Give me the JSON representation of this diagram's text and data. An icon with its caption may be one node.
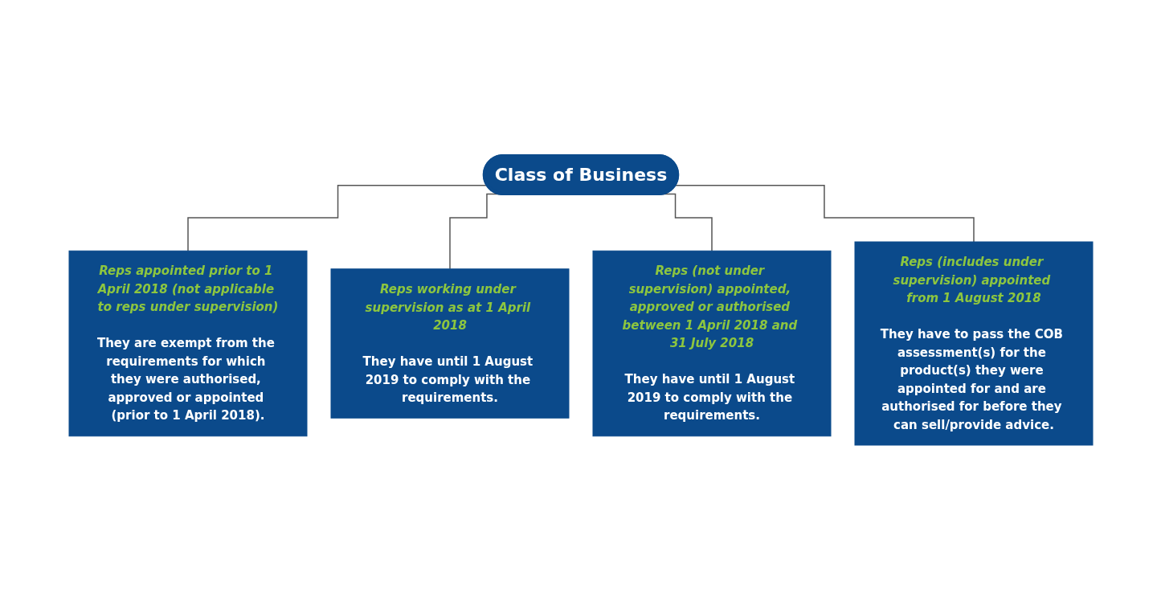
{
  "diagram": {
    "nodes": [
      {
        "text": [
          "Class of Business"
        ]
      },
      {
        "text": [
          "Reps appointed prior to 1 April 2018 (not applicable to reps under supervision)",
          "They are exempt from the requirements for which they were authorised, approved or appointed **(prior to 1 April 2018)**."
        ]
      },
      {
        "text": [
          "Reps working under supervision as at 1 April 2018",
          "They have until **1 August 2019** to comply with the requirements."
        ]
      },
      {
        "text": [
          "Reps (not under supervision) appointed, approved or authorised between 1 April 2018 and 31 July 2018",
          "They have until **1 August 2019** to comply with the requirements."
        ]
      },
      {
        "text": [
          "Reps (includes under supervision) appointed from 1 August 2018",
          "They **have to pass** the COB assessment(s) for the product(s) they were appointed for and are authorised for before they can sell/provide advice."
        ]
      }
    ],
    "edges": [
      {
        "from": 0,
        "to": 1,
        "arrow": "none"
      },
      {
        "from": 0,
        "to": 2,
        "arrow": "none"
      },
      {
        "from": 0,
        "to": 3,
        "arrow": "none"
      },
      {
        "from": 0,
        "to": 4,
        "arrow": "none"
      }
    ]
  }
}
